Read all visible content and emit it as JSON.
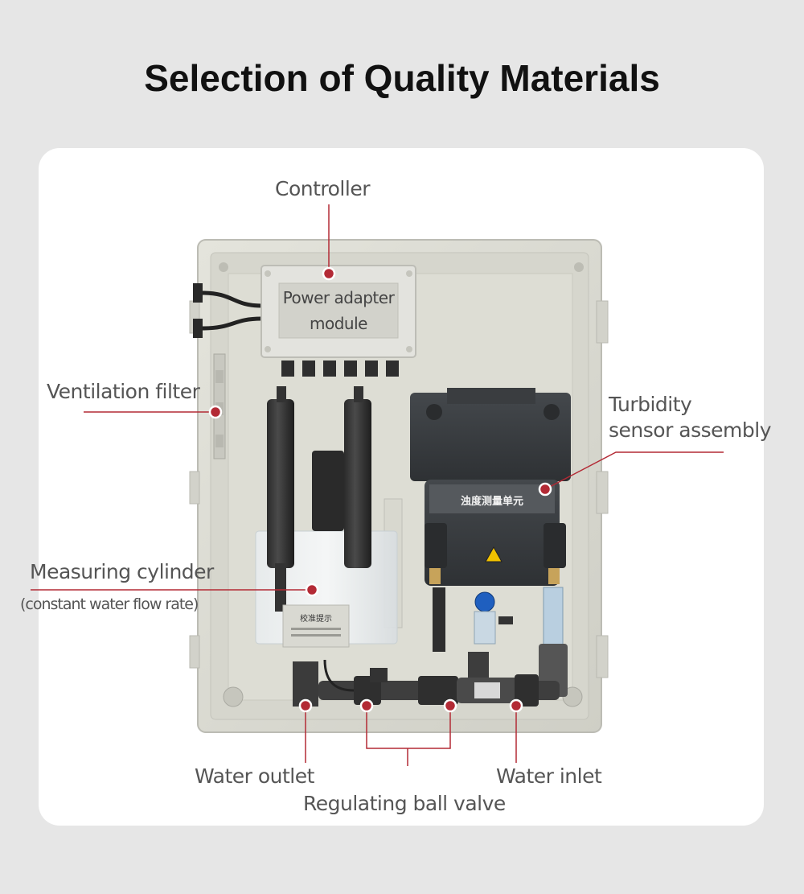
{
  "title": "Selection of Quality Materials",
  "labels": {
    "controller": "Controller",
    "power_adapter_line1": "Power adapter",
    "power_adapter_line2": "module",
    "ventilation_filter": "Ventilation filter",
    "turbidity_line1": "Turbidity",
    "turbidity_line2": "sensor assembly",
    "measuring_cylinder": "Measuring cylinder",
    "measuring_cylinder_note": "(constant water flow rate)",
    "water_outlet": "Water outlet",
    "water_inlet": "Water inlet",
    "regulating_ball_valve": "Regulating ball valve",
    "sensor_panel_text": "浊度测量单元",
    "calibration_tag": "校准提示"
  },
  "colors": {
    "background": "#e6e6e6",
    "card": "#ffffff",
    "accent_red": "#b32a35",
    "enclosure": "#dcdcd3",
    "panel": "#ddddd4",
    "sensor_housing": "#3a3d40"
  }
}
